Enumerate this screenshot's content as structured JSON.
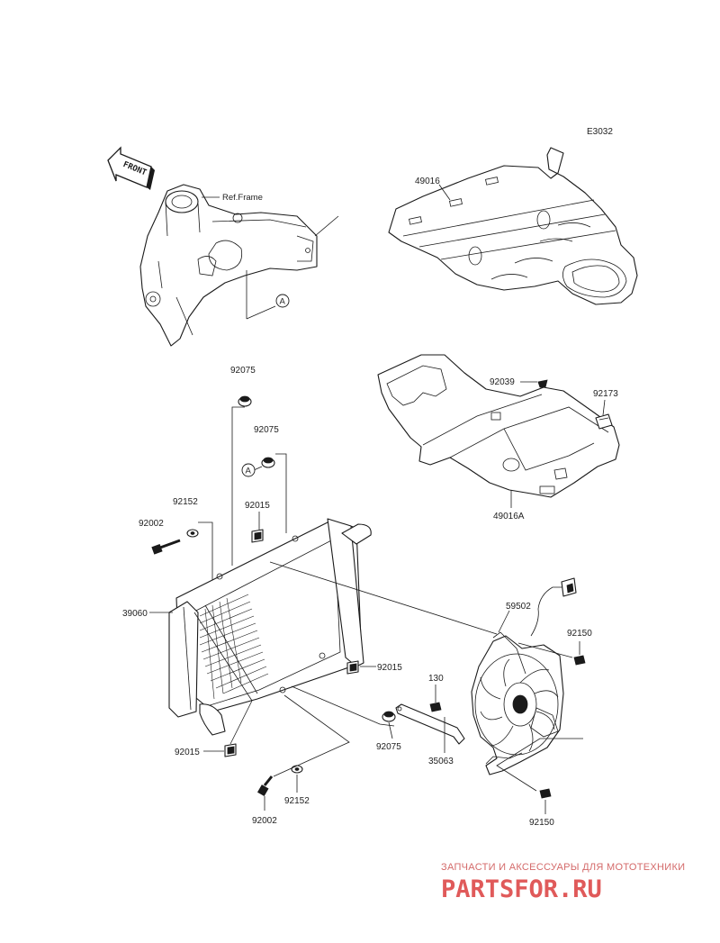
{
  "diagram_code": "E3032",
  "front_label": "FRONT",
  "ref_frame": "Ref.Frame",
  "callout_a": "A",
  "parts": {
    "p49016": "49016",
    "p49016a": "49016A",
    "p92039": "92039",
    "p92173": "92173",
    "p92075_top": "92075",
    "p92075_mid": "92075",
    "p92075_low": "92075",
    "p92152_top": "92152",
    "p92152_low": "92152",
    "p92002_top": "92002",
    "p92002_low": "92002",
    "p92015_top": "92015",
    "p92015_right": "92015",
    "p92015_low": "92015",
    "p39060": "39060",
    "p59502": "59502",
    "p92150_top": "92150",
    "p92150_low": "92150",
    "p130": "130",
    "p35063": "35063"
  },
  "watermark": {
    "subtitle": "ЗАПЧАСТИ И АКСЕССУАРЫ ДЛЯ МОТОТЕХНИКИ",
    "brand": "PARTSFOR.RU",
    "color": "#e05a5a"
  }
}
